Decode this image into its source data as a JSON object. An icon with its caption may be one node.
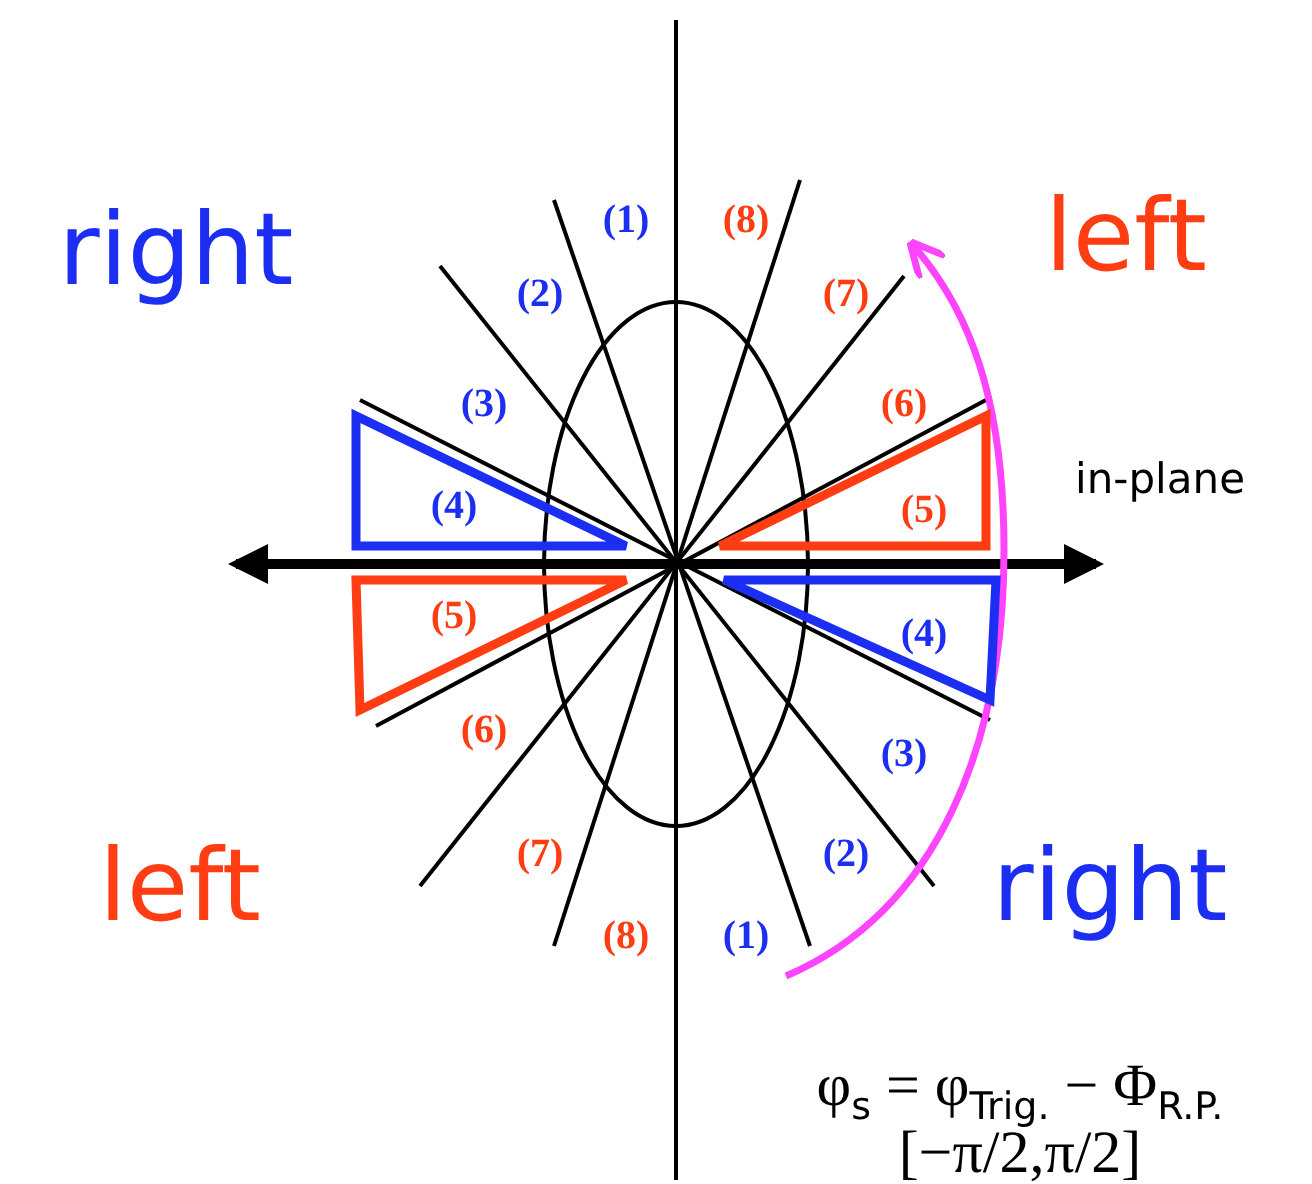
{
  "diagram": {
    "nodes": [
      {
        "text": [
          "(4)"
        ]
      },
      {
        "text": [
          "(5)"
        ]
      },
      {
        "text": [
          "(5)"
        ]
      },
      {
        "text": [
          "(4)"
        ]
      }
    ],
    "labels": [
      "right",
      "(1)",
      "(8)",
      "left",
      "(2)",
      "(7)",
      "(3)",
      "(6)",
      "in-plane",
      "(6)",
      "(3)",
      "left",
      "(7)",
      "(2)",
      "right",
      "(8)",
      "(1)",
      "φ$_{s}$ = φ$_{Trig.}$ − Φ$_{R.P.}$",
      "[−π/2,π/2]"
    ]
  }
}
